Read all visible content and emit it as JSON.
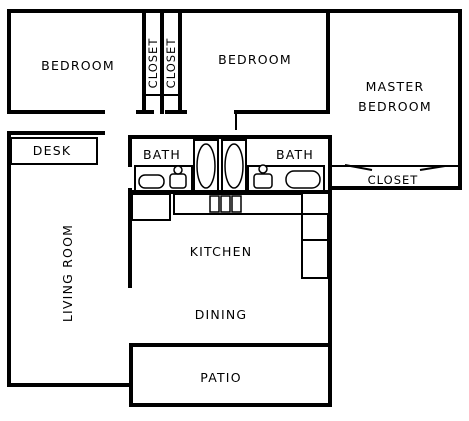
{
  "rooms": {
    "bedroom_left": "BEDROOM",
    "closet_a": "CLOSET",
    "closet_b": "CLOSET",
    "bedroom_center": "BEDROOM",
    "master_line1": "MASTER",
    "master_line2": "BEDROOM",
    "desk": "DESK",
    "bath_left": "BATH",
    "bath_right": "BATH",
    "master_closet": "CLOSET",
    "kitchen": "KITCHEN",
    "living_room": "LIVING ROOM",
    "dining": "DINING",
    "patio": "PATIO"
  }
}
